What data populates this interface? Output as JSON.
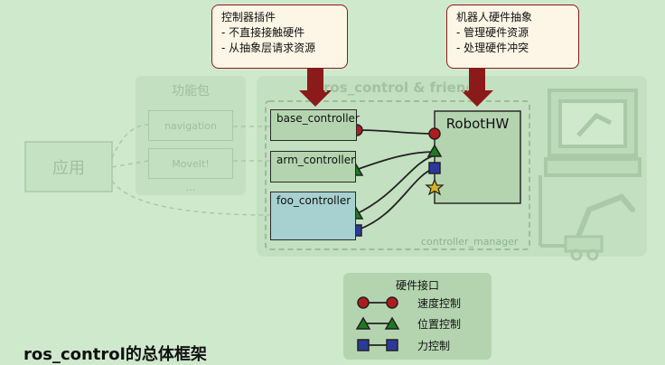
{
  "annotations": {
    "controller_plugin": {
      "title": "控制器插件",
      "lines": [
        "- 不直接接触硬件",
        "- 从抽象层请求资源"
      ]
    },
    "robot_hw": {
      "title": "机器人硬件抽象",
      "lines": [
        "- 管理硬件资源",
        "- 处理硬件冲突"
      ]
    }
  },
  "app_label": "应用",
  "function_pack": {
    "label": "功能包",
    "items": [
      "navigation",
      "MoveIt!",
      "..."
    ]
  },
  "framework_label": "ros_control & friends",
  "controllers": [
    "base_controller",
    "arm_controller",
    "foo_controller"
  ],
  "robot_hw_label": "RobotHW",
  "controller_manager_label": "controller_manager",
  "legend": {
    "title": "硬件接口",
    "items": [
      {
        "label": "速度控制",
        "shape": "circle",
        "color": "#b01c1c"
      },
      {
        "label": "位置控制",
        "shape": "triangle",
        "color": "#1e7a1e"
      },
      {
        "label": "力控制",
        "shape": "square",
        "color": "#2b3a9a"
      }
    ]
  },
  "page_title": "ros_control的总体框架",
  "colors": {
    "background": "#cfe9cd",
    "arrow": "#8b1a1a",
    "controller_fill": "#b4d4b0",
    "foo_fill": "#a6d1d0",
    "star": "#d8b320"
  }
}
